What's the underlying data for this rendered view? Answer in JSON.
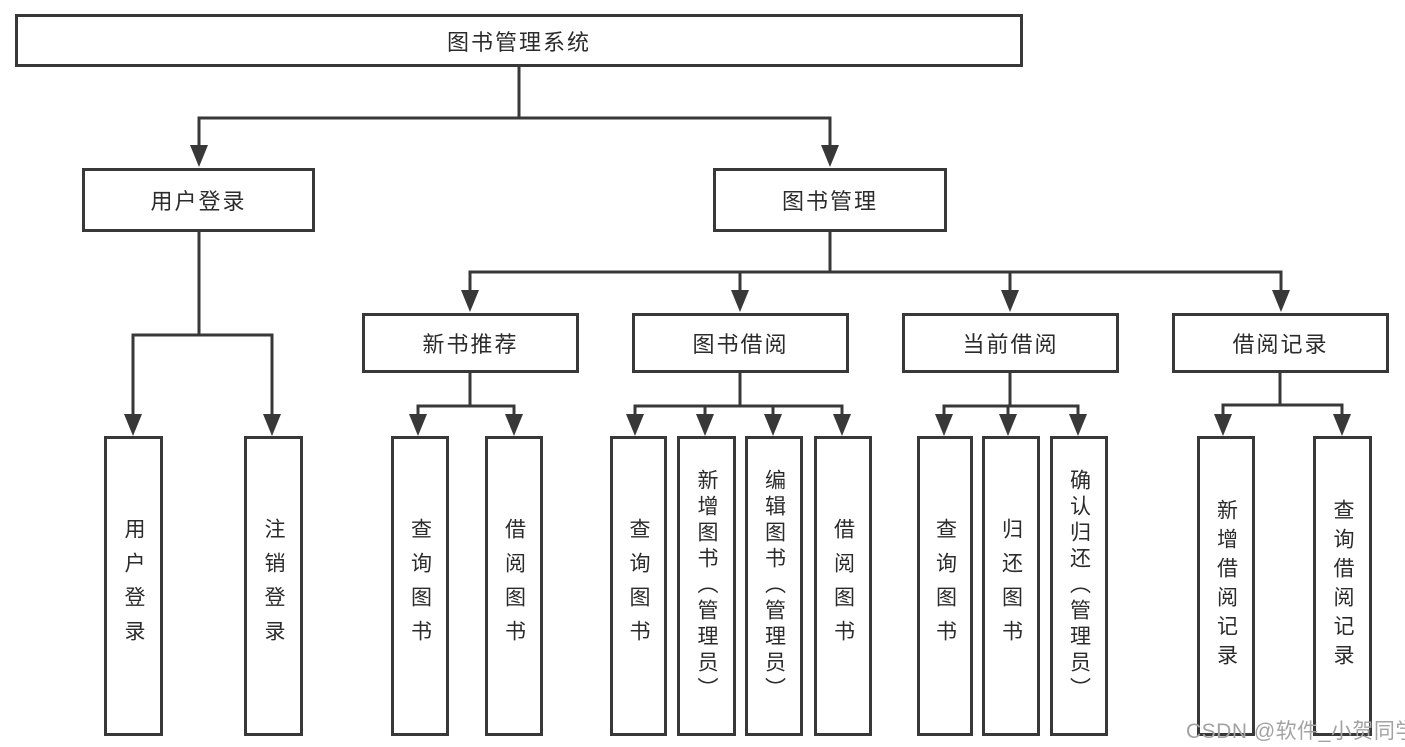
{
  "diagram": {
    "title": "图书管理系统",
    "root": {
      "label": "图书管理系统"
    },
    "branches": {
      "user_login": {
        "label": "用户登录"
      },
      "book_mgmt": {
        "label": "图书管理"
      }
    },
    "user_login_children": {
      "login": {
        "label": "用户登录"
      },
      "logout": {
        "label": "注销登录"
      }
    },
    "book_mgmt_children": {
      "new_book": {
        "label": "新书推荐"
      },
      "book_borrow": {
        "label": "图书借阅"
      },
      "current_borrow": {
        "label": "当前借阅"
      },
      "borrow_record": {
        "label": "借阅记录"
      }
    },
    "new_book_children": {
      "query_book": {
        "label": "查询图书"
      },
      "borrow_book": {
        "label": "借阅图书"
      }
    },
    "book_borrow_children": {
      "query_book": {
        "label": "查询图书"
      },
      "add_book": {
        "label": "新增图书（管理员）"
      },
      "edit_book": {
        "label": "编辑图书（管理员）"
      },
      "borrow_book": {
        "label": "借阅图书"
      }
    },
    "current_borrow_children": {
      "query_book": {
        "label": "查询图书"
      },
      "return_book": {
        "label": "归还图书"
      },
      "confirm_return": {
        "label": "确认归还（管理员）"
      }
    },
    "borrow_record_children": {
      "add_record": {
        "label": "新增借阅记录"
      },
      "query_record": {
        "label": "查询借阅记录"
      }
    }
  },
  "watermark": "CSDN @软件_小贺同学",
  "colors": {
    "line": "#383838",
    "text": "#2b2b2b",
    "watermark": "#a3a3a3",
    "background": "#ffffff"
  }
}
